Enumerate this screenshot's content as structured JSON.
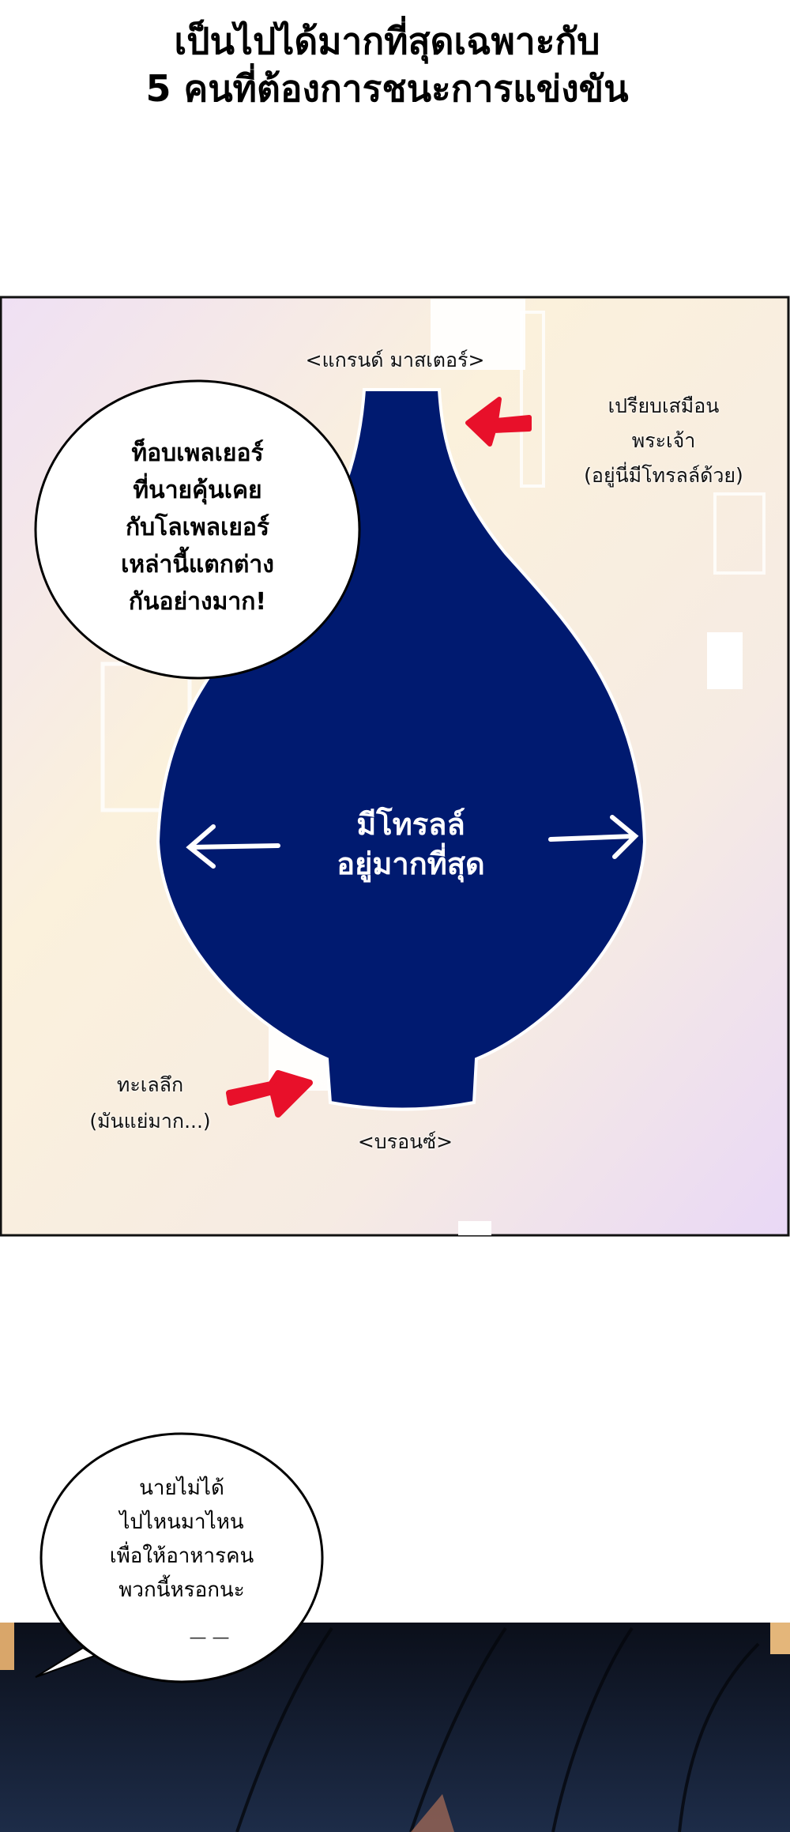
{
  "header": {
    "line1": "เป็นไปได้มากที่สุดเฉพาะกับ",
    "line2": "5 คนที่ต้องการชนะการแข่งขัน"
  },
  "panel1": {
    "top_label": "<แกรนด์ มาสเตอร์>",
    "right_note": [
      "เปรียบเสมือน",
      "พระเจ้า",
      "(อยู่นี่มีโทรลล์ด้วย)"
    ],
    "bubble_lines": [
      "ท็อบเพลเยอร์",
      "ที่นายคุ้นเคย",
      "กับโลเพลเยอร์",
      "เหล่านี้แตกต่าง",
      "กันอย่างมาก!"
    ],
    "center_lines": [
      "มีโทรลล์",
      "อยู่มากที่สุด"
    ],
    "bottom_left_note": [
      "ทะเลลึก",
      "(มันแย่มาก...)"
    ],
    "bottom_label": "<บรอนซ์>",
    "colors": {
      "vase": "#001a70",
      "arrow": "#e8102a"
    }
  },
  "panel2": {
    "bubble_lines": [
      "นายไม่ได้",
      "ไปไหนมาไหน",
      "เพื่อให้อาหารคน",
      "พวกนี้หรอกนะ"
    ],
    "trailing": "— —"
  }
}
